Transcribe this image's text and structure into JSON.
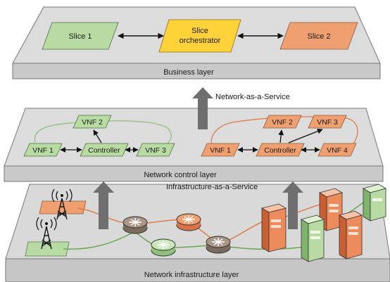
{
  "business_layer": {
    "label": "Business layer",
    "slice1": "Slice 1",
    "orchestrator_line1": "Slice",
    "orchestrator_line2": "orchestrator",
    "slice2": "Slice 2"
  },
  "control_layer": {
    "label": "Network control layer",
    "green_slice": {
      "vnf1": "VNF 1",
      "vnf2": "VNF 2",
      "vnf3": "VNF 3",
      "controller": "Controller"
    },
    "orange_slice": {
      "vnf1": "VNF 1",
      "vnf2": "VNF 2",
      "vnf3": "VNF 3",
      "vnf4": "VNF 4",
      "controller": "Controller"
    }
  },
  "infrastructure_layer": {
    "label": "Network infrastructure layer"
  },
  "service_labels": {
    "naas": "Network-as-a-Service",
    "iaas": "Infrastructure-as-a-Service"
  },
  "colors": {
    "green": "#b7dba3",
    "yellow": "#ffd23a",
    "orange": "#f0a070",
    "layer_top": "#dcdcdc",
    "layer_front": "#c9c9c9",
    "arrow": "#6f6f6f"
  }
}
